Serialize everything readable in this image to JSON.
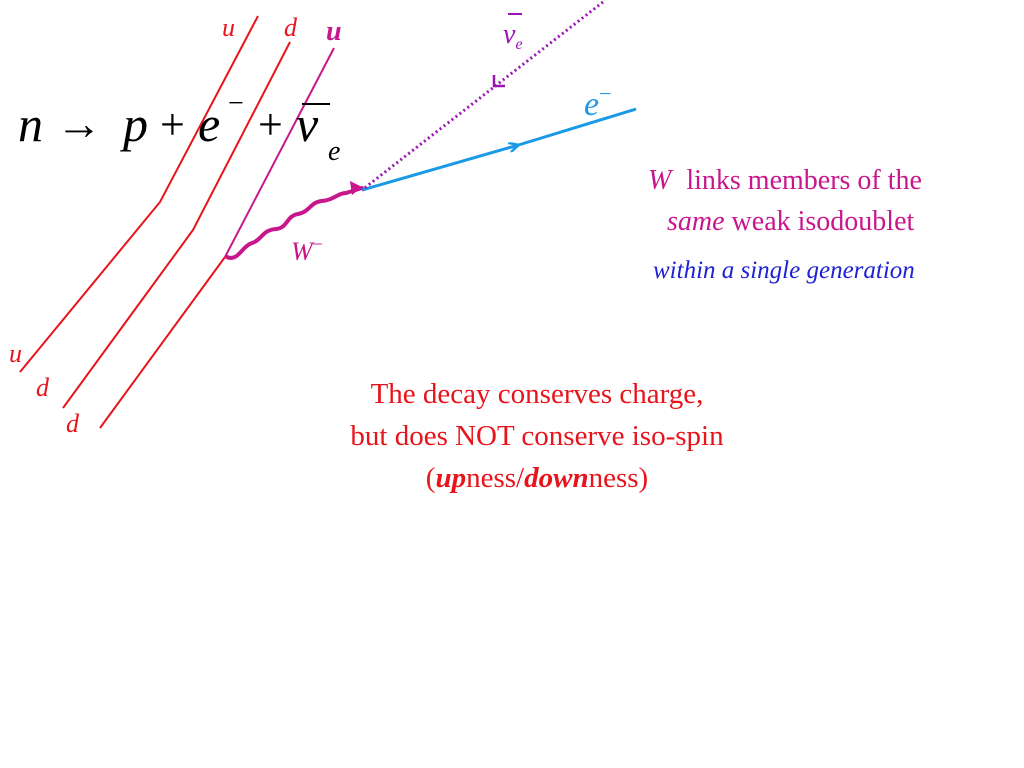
{
  "colors": {
    "quark": "#e8141c",
    "quark_lower": "#cc1066",
    "w_boson": "#c8168c",
    "electron": "#1a9ae6",
    "neutrino": "#9b14b4",
    "magenta_text": "#c8168c",
    "blue_text": "#1e22d2",
    "black": "#000000"
  },
  "equation": {
    "n": "n",
    "arrow": "→",
    "p": "p",
    "plus1": "+",
    "e": "e",
    "e_charge": "−",
    "plus2": "+",
    "nu": "ν",
    "nu_sub": "e"
  },
  "diagram": {
    "top_labels": {
      "u1": "u",
      "d1": "d",
      "u2": "u"
    },
    "bottom_labels": {
      "u": "u",
      "d1": "d",
      "d2": "d"
    },
    "w_label": "W",
    "w_charge": "−",
    "electron_label": "e",
    "electron_charge": "−",
    "antineutrino_label": "ν",
    "antineutrino_sub": "e"
  },
  "note": {
    "w_symbol": "W",
    "line1_rest": "links members of the",
    "line2_italic": "same",
    "line2_rest": "weak isodoublet",
    "line3": "within a single generation"
  },
  "decay_note": {
    "line1": "The decay conserves charge,",
    "line2": "but does NOT conserve iso-spin",
    "open_paren": "(",
    "up": "up",
    "ness1": "ness/",
    "down": "down",
    "ness2": "ness)"
  }
}
